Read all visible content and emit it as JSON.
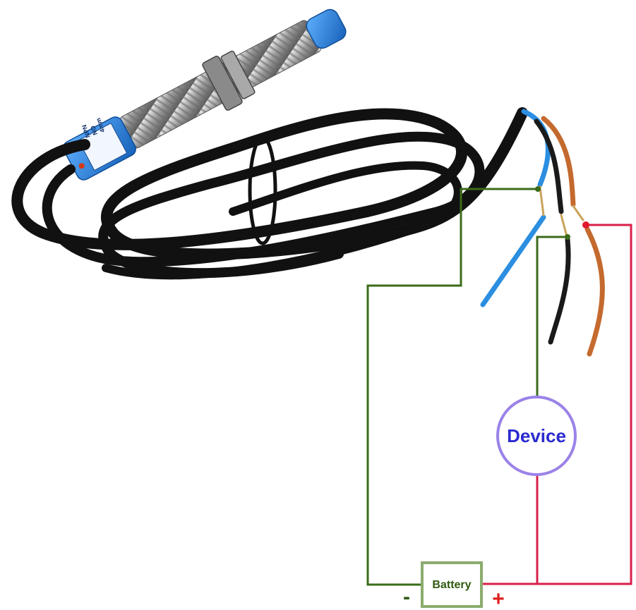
{
  "sensor": {
    "label_line1": "NPN",
    "label_line2": "NO",
    "label_line3": "4mm"
  },
  "device": {
    "label": "Device"
  },
  "battery": {
    "label": "Battery",
    "minus_sign": "-",
    "plus_sign": "+"
  },
  "colors": {
    "ground_wire": "#3a6b1a",
    "positive_wire": "#d8204a",
    "device_circle": "#9b82e8",
    "device_text": "#2a2ad0",
    "battery_border": "#8cac6e",
    "battery_text": "#2e5a10",
    "minus_color": "#2e5a10",
    "plus_color": "#e02020",
    "cable": "#111111",
    "sensor_cap": "#1f78d1",
    "sensor_metal": "#b9b9b9",
    "wire_blue": "#2b8ee0",
    "wire_brown": "#c46a2e",
    "wire_black": "#1a1a1a"
  }
}
